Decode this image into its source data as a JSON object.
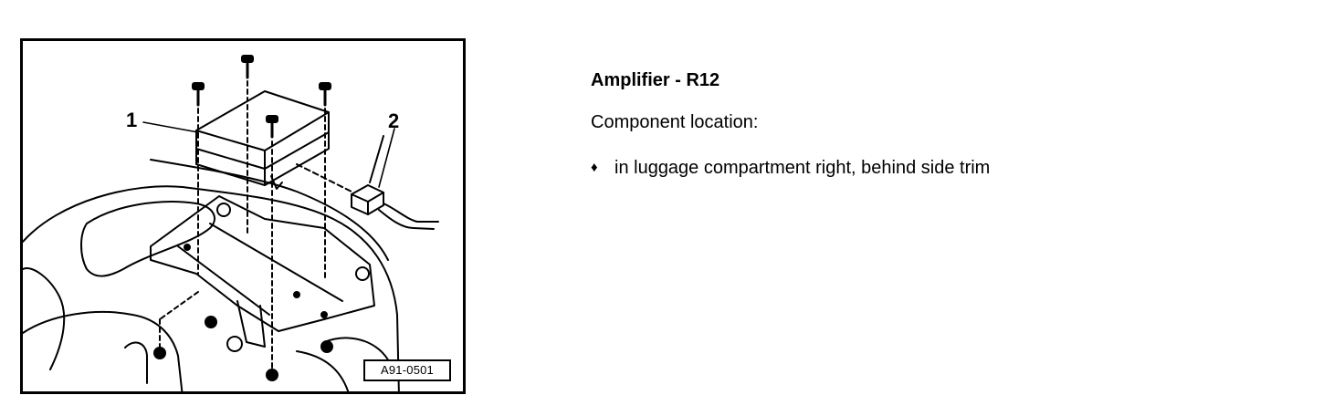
{
  "figure": {
    "id_label": "A91-0501",
    "callouts": [
      "1",
      "2"
    ],
    "icons": [
      "amplifier-housing-icon",
      "wiring-connector-icon",
      "mounting-bracket-icon",
      "screw-icon",
      "nut-icon"
    ]
  },
  "section": {
    "heading": "Amplifier - R12",
    "intro": "Component location:",
    "bullets": [
      {
        "marker": "♦",
        "text": "in luggage compartment right, behind side trim"
      }
    ]
  }
}
